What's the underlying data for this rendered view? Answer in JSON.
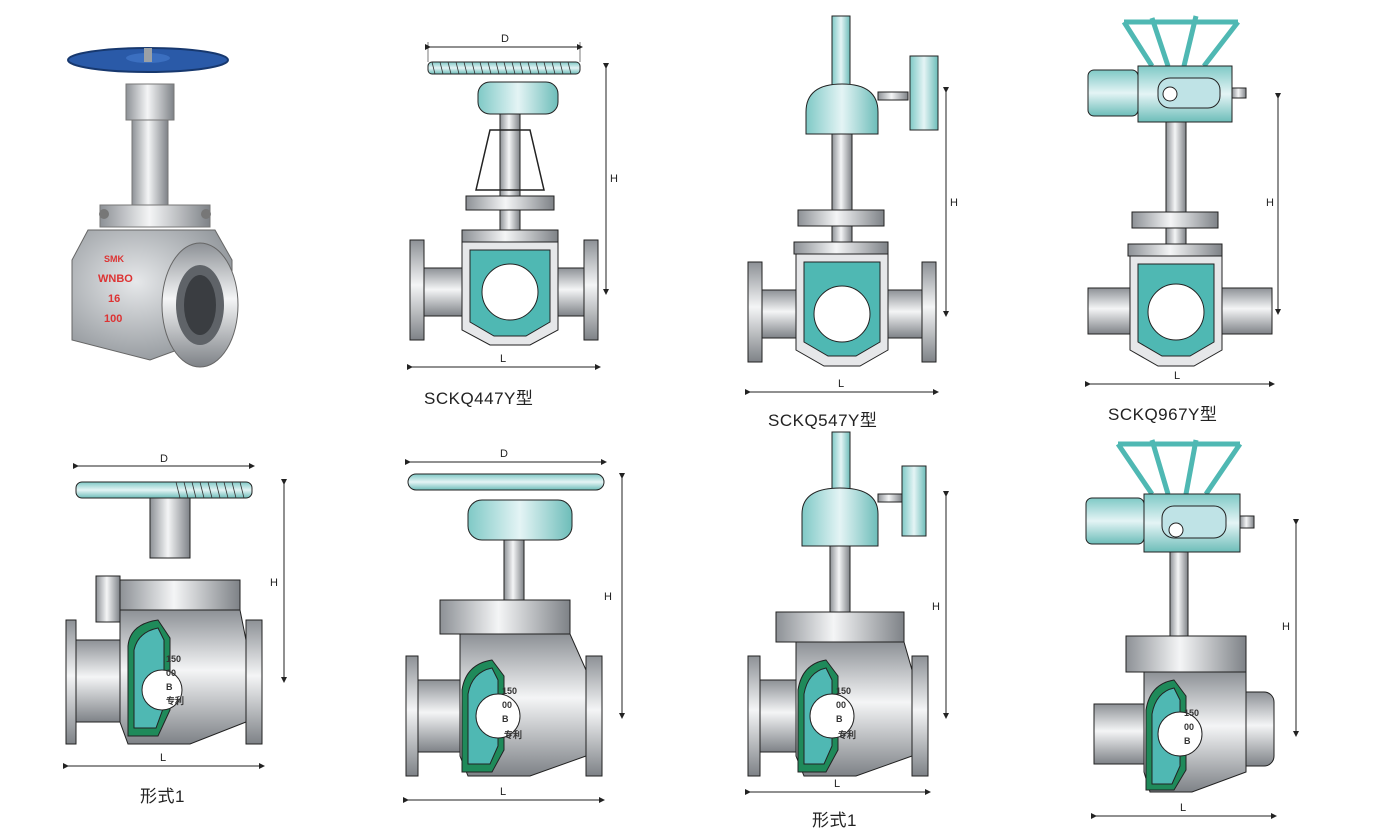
{
  "labels": {
    "dim_d": "D",
    "dim_h": "H",
    "dim_l": "L"
  },
  "captions": {
    "model_1": "SCKQ447Y型",
    "model_2": "SCKQ547Y型",
    "model_3": "SCKQ967Y型",
    "form_left": "形式1",
    "form_right": "形式1"
  },
  "photo_markings": {
    "brand": "SMK",
    "material_code": "WNBO",
    "pressure": "16",
    "size": "100"
  },
  "body_markings": {
    "rating": "150",
    "bore": "00",
    "letter": "B",
    "patent": "专利"
  },
  "colors": {
    "teal": "#4fb8b3",
    "light_teal": "#bfe3e6",
    "steel": "#c9ccd0",
    "green_seat": "#1f8a5a",
    "handwheel_blue": "#2a5aa8"
  }
}
